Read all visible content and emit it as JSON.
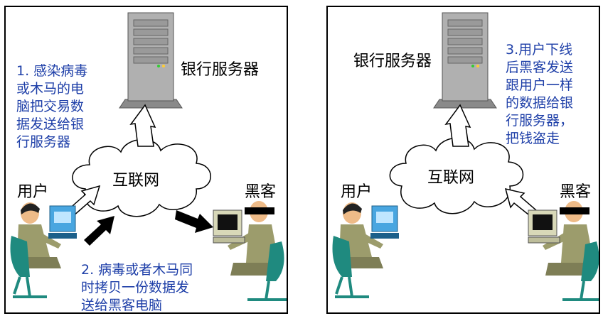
{
  "left_panel": {
    "step1": "1. 感染病毒\n或木马的电\n脑把交易数\n据发送给银\n行服务器",
    "server_label": "银行服务器",
    "cloud_label": "互联网",
    "user_label": "用户",
    "hacker_label": "黑客",
    "step2": "2. 病毒或者木马同\n时拷贝一份数据发\n送给黑客电脑"
  },
  "right_panel": {
    "server_label": "银行服务器",
    "step3": "3.用户下线\n后黑客发送\n跟用户一样\n的数据给银\n行服务器，\n把钱盗走",
    "cloud_label": "互联网",
    "user_label": "用户",
    "hacker_label": "黑客"
  },
  "colors": {
    "step_text": "#1e3fa8",
    "server": "#a7a7a7",
    "person_suit": "#9c9c6c",
    "chair": "#1f8a7f",
    "monitor": "#49a6e0"
  }
}
